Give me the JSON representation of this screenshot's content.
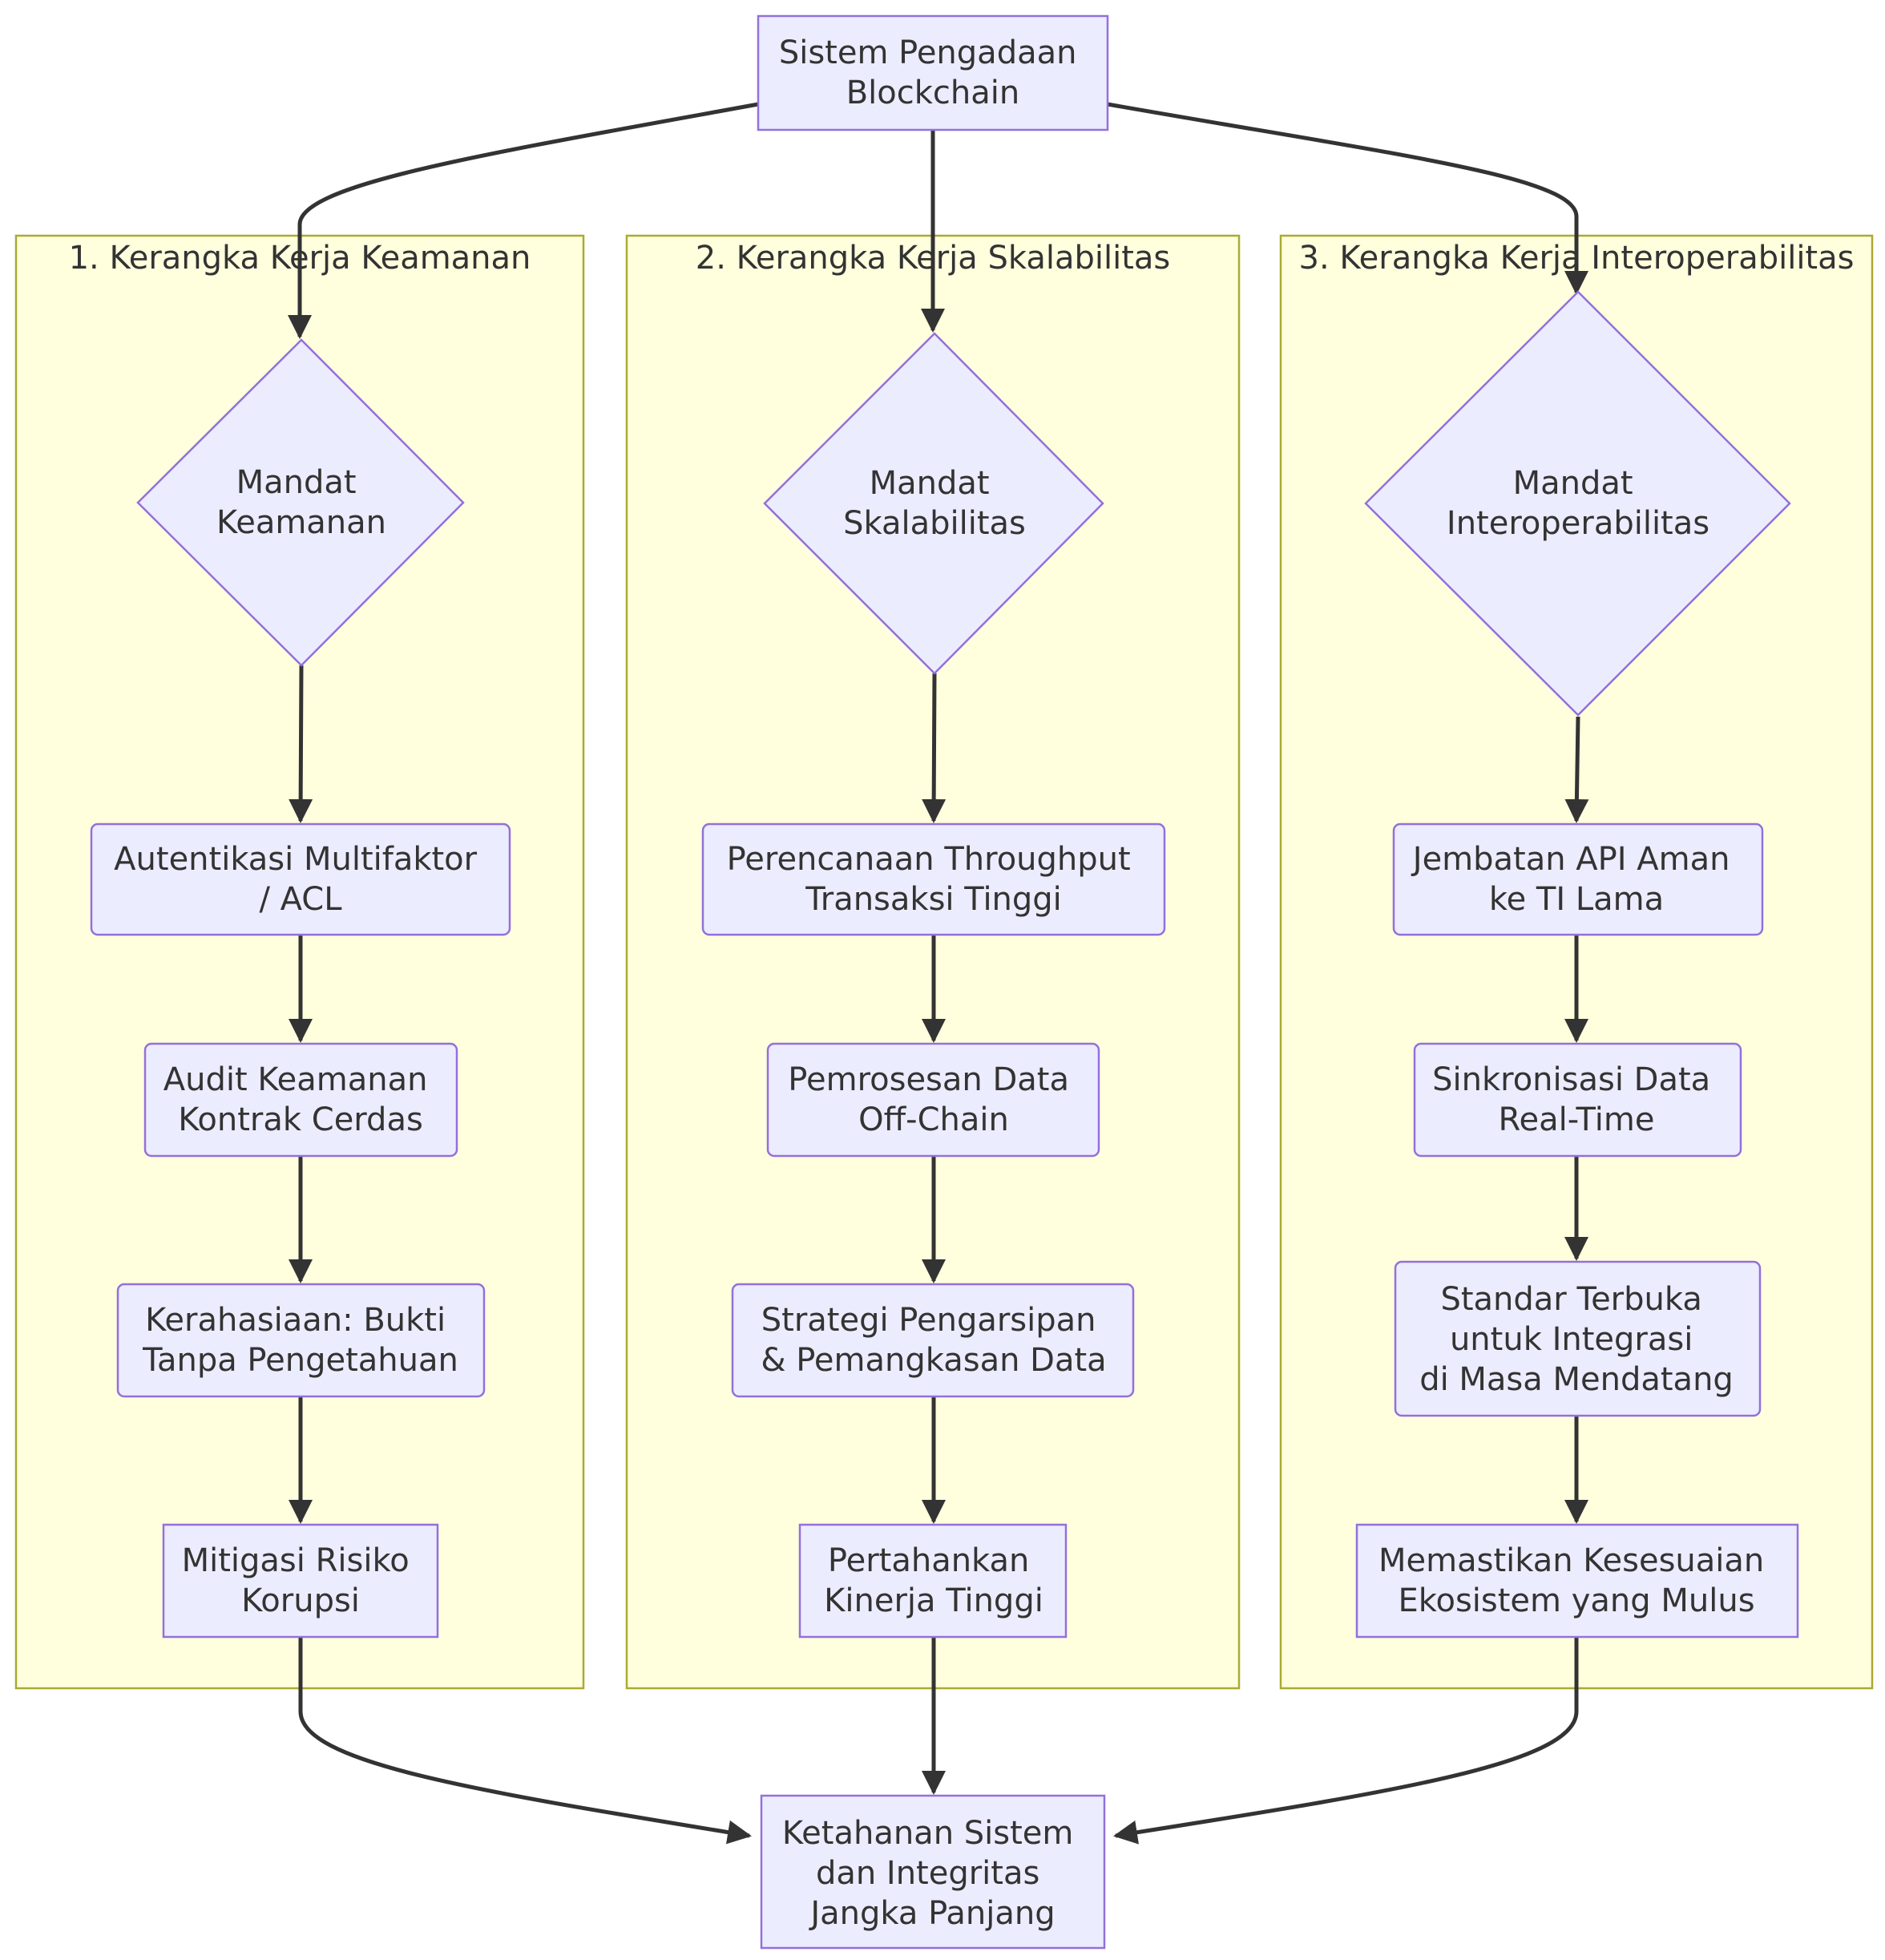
{
  "colors": {
    "node_fill": "#ECECFF",
    "node_stroke": "#9370DB",
    "cluster_fill": "#FFFFDE",
    "cluster_stroke": "#AAAA33",
    "edge": "#333333",
    "text": "#333333"
  },
  "top": {
    "lines": [
      "Sistem Pengadaan",
      "Blockchain"
    ]
  },
  "bottom": {
    "lines": [
      "Ketahanan Sistem",
      "dan Integritas",
      "Jangka Panjang"
    ]
  },
  "frameworks": [
    {
      "title": "1. Kerangka Kerja Keamanan",
      "mandate": {
        "lines": [
          "Mandat",
          "Keamanan"
        ]
      },
      "steps": [
        {
          "lines": [
            "Autentikasi Multifaktor",
            "/ ACL"
          ]
        },
        {
          "lines": [
            "Audit Keamanan",
            "Kontrak Cerdas"
          ]
        },
        {
          "lines": [
            "Kerahasiaan: Bukti",
            "Tanpa Pengetahuan"
          ]
        },
        {
          "lines": [
            "Mitigasi Risiko",
            "Korupsi"
          ]
        }
      ]
    },
    {
      "title": "2. Kerangka Kerja Skalabilitas",
      "mandate": {
        "lines": [
          "Mandat",
          "Skalabilitas"
        ]
      },
      "steps": [
        {
          "lines": [
            "Perencanaan Throughput",
            "Transaksi Tinggi"
          ]
        },
        {
          "lines": [
            "Pemrosesan Data",
            "Off-Chain"
          ]
        },
        {
          "lines": [
            "Strategi Pengarsipan",
            "& Pemangkasan Data"
          ]
        },
        {
          "lines": [
            "Pertahankan",
            "Kinerja Tinggi"
          ]
        }
      ]
    },
    {
      "title": "3. Kerangka Kerja Interoperabilitas",
      "mandate": {
        "lines": [
          "Mandat",
          "Interoperabilitas"
        ]
      },
      "steps": [
        {
          "lines": [
            "Jembatan API Aman",
            "ke TI Lama"
          ]
        },
        {
          "lines": [
            "Sinkronisasi Data",
            "Real-Time"
          ]
        },
        {
          "lines": [
            "Standar Terbuka",
            "untuk Integrasi",
            "di Masa Mendatang"
          ]
        },
        {
          "lines": [
            "Memastikan Kesesuaian",
            "Ekosistem yang Mulus"
          ]
        }
      ]
    }
  ]
}
